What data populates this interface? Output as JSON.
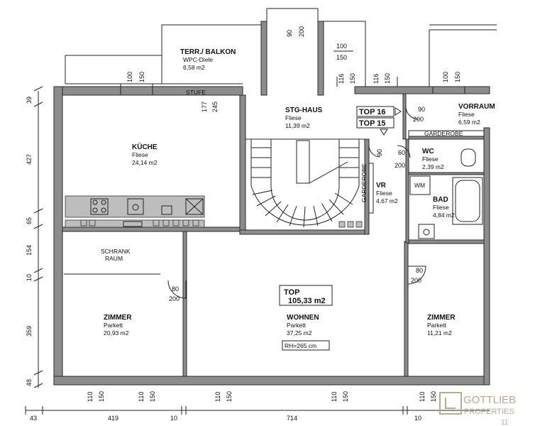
{
  "rooms": {
    "terr": {
      "name": "TERR./ BALKON",
      "sub": "WPC-Diele",
      "area": "6,58 m2"
    },
    "stg": {
      "name": "STG-HAUS",
      "sub": "Fliese",
      "area": "11,39 m2"
    },
    "vorraum": {
      "name": "VORRAUM",
      "sub": "Fliese",
      "area": "6,59 m2"
    },
    "kueche": {
      "name": "KÜCHE",
      "sub": "Fliese",
      "area": "24,14 m2"
    },
    "wc": {
      "name": "WC",
      "sub": "Fliese",
      "area": "2,39 m2"
    },
    "vr": {
      "name": "VR",
      "sub": "Fliese",
      "area": "4,67 m2"
    },
    "bad": {
      "name": "BAD",
      "sub": "Fliese",
      "area": "4,84 m2"
    },
    "schrank": {
      "line1": "SCHRANK",
      "line2": "RAUM"
    },
    "zimmer_left": {
      "name": "ZIMMER",
      "sub": "Parkett",
      "area": "20,93 m2"
    },
    "wohnen": {
      "name": "WOHNEN",
      "sub": "Parkett",
      "area": "37,25 m2",
      "rh": "RH=265 cm"
    },
    "zimmer_right": {
      "name": "ZIMMER",
      "sub": "Parkett",
      "area": "11,21 m2"
    }
  },
  "labels": {
    "top16": "TOP 16",
    "top15": "TOP 15",
    "top_title": "TOP",
    "top_area": "105,33 m2",
    "stufe": "STUFE",
    "garderobe_h": "GARDEROBE",
    "garderobe_v": "GARDEROBE",
    "wm": "WM"
  },
  "dims": {
    "d90_top": "90",
    "d200_top": "200",
    "d100_r": "100",
    "d150_r": "150",
    "d116a": "116",
    "d150a": "150",
    "d116b": "116",
    "d150b": "150",
    "d100_k": "100",
    "d150_k": "150",
    "d100_rr": "100",
    "d150_rr": "150",
    "d177": "177",
    "d245": "245",
    "d90_v": "90",
    "d200_v": "200",
    "d90_wc": "90",
    "d200_wc": "200",
    "d60_wc": "60",
    "d80_l": "80",
    "d200_l": "200",
    "d80_r": "80",
    "d200_r": "200",
    "left_39": "39",
    "left_427": "427",
    "left_65": "65",
    "left_154": "154",
    "left_10": "10",
    "left_359": "359",
    "left_48": "48",
    "b110a": "110",
    "b150a": "150",
    "b110b": "110",
    "b150b": "150",
    "b110c": "110",
    "b150c": "150",
    "b110d": "110",
    "b150d": "150",
    "b110e": "110",
    "b150e": "150",
    "bot_43": "43",
    "bot_419": "419",
    "bot_10a": "10",
    "bot_714": "714",
    "bot_10b": "10"
  },
  "logo": {
    "line1": "GOTTLIEB",
    "line2": "PROPERTIES",
    "page": "11"
  }
}
